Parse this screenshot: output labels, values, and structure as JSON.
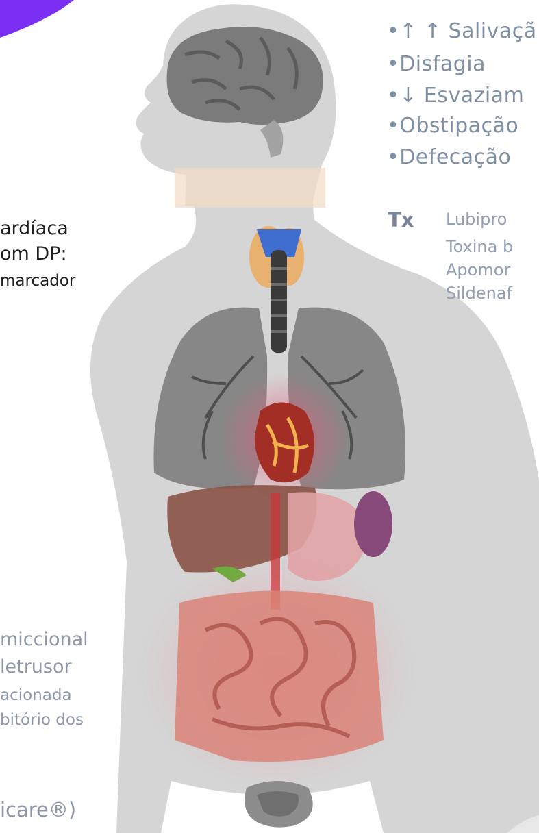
{
  "symptoms": [
    {
      "bullet": "•",
      "text": "↑ ↑ Salivaçã"
    },
    {
      "bullet": "•",
      "text": "Disfagia"
    },
    {
      "bullet": "•",
      "text": "↓ Esvaziam"
    },
    {
      "bullet": "•",
      "text": "Obstipação"
    },
    {
      "bullet": "•",
      "text": "Defecação"
    }
  ],
  "treatment": {
    "label": "Tx",
    "items": [
      "Lubipro",
      "Toxina b",
      "Apomor",
      "Sildenaf"
    ]
  },
  "left_dark": [
    "ardíaca",
    "om DP:",
    "marcador"
  ],
  "left_gray": [
    "miccional",
    "letrusor",
    "acionada",
    "bitório dos"
  ],
  "brand": "icare®)",
  "colors": {
    "accent_corner": "#7b2ff2",
    "symptom_text": "#7f8fa4",
    "dark_text": "#1e1e1e"
  }
}
